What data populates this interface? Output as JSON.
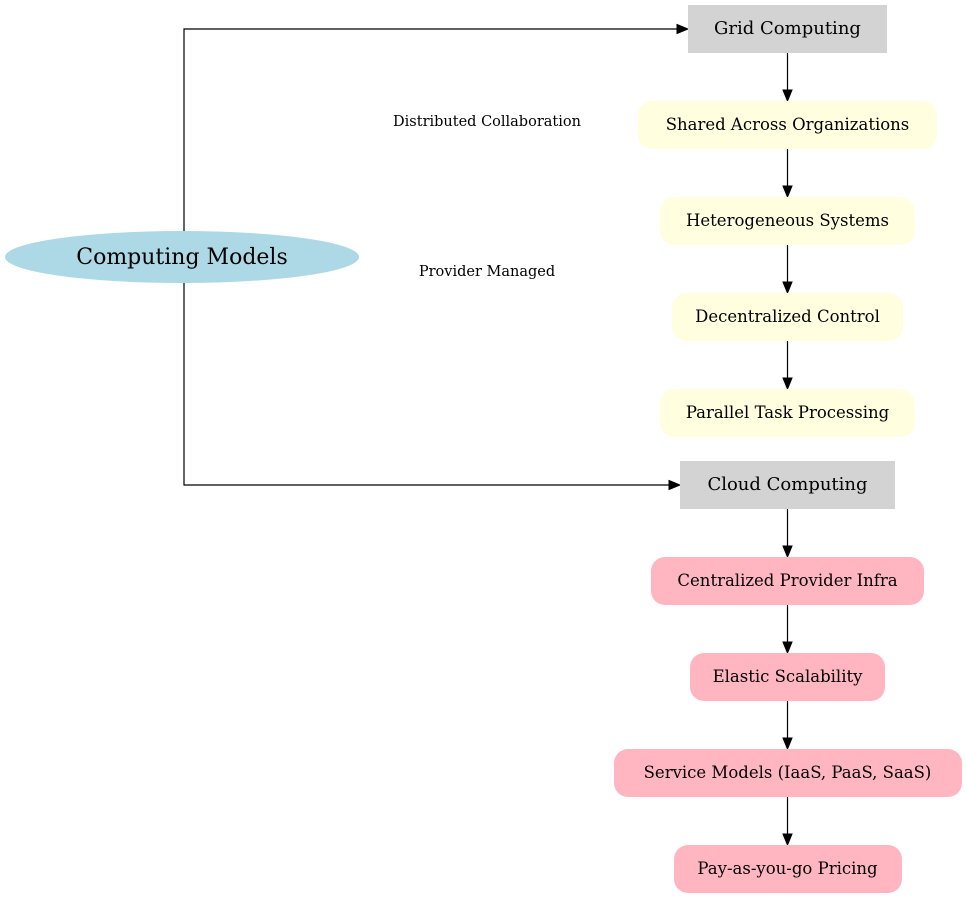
{
  "diagram": {
    "type": "flowchart",
    "colors": {
      "root_fill": "#add8e6",
      "category_fill": "#d3d3d3",
      "grid_feature_fill": "#ffffe0",
      "cloud_feature_fill": "#ffb6c1",
      "edge_color": "#000000"
    },
    "root": {
      "id": "computing_models",
      "label": "Computing Models",
      "shape": "ellipse"
    },
    "categories": [
      {
        "id": "grid",
        "label": "Grid Computing",
        "shape": "box",
        "edge_label": "Distributed Collaboration",
        "features": [
          {
            "label": "Shared Across Organizations"
          },
          {
            "label": "Heterogeneous Systems"
          },
          {
            "label": "Decentralized Control"
          },
          {
            "label": "Parallel Task Processing"
          }
        ]
      },
      {
        "id": "cloud",
        "label": "Cloud Computing",
        "shape": "box",
        "edge_label": "Provider Managed",
        "features": [
          {
            "label": "Centralized Provider Infra"
          },
          {
            "label": "Elastic Scalability"
          },
          {
            "label": "Service Models (IaaS, PaaS, SaaS)"
          },
          {
            "label": "Pay-as-you-go Pricing"
          }
        ]
      }
    ],
    "edges": [
      {
        "from": "Computing Models",
        "to": "Grid Computing",
        "label": "Distributed Collaboration"
      },
      {
        "from": "Computing Models",
        "to": "Cloud Computing",
        "label": "Provider Managed"
      },
      {
        "from": "Grid Computing",
        "to": "Shared Across Organizations"
      },
      {
        "from": "Shared Across Organizations",
        "to": "Heterogeneous Systems"
      },
      {
        "from": "Heterogeneous Systems",
        "to": "Decentralized Control"
      },
      {
        "from": "Decentralized Control",
        "to": "Parallel Task Processing"
      },
      {
        "from": "Cloud Computing",
        "to": "Centralized Provider Infra"
      },
      {
        "from": "Centralized Provider Infra",
        "to": "Elastic Scalability"
      },
      {
        "from": "Elastic Scalability",
        "to": "Service Models (IaaS, PaaS, SaaS)"
      },
      {
        "from": "Service Models (IaaS, PaaS, SaaS)",
        "to": "Pay-as-you-go Pricing"
      }
    ]
  }
}
